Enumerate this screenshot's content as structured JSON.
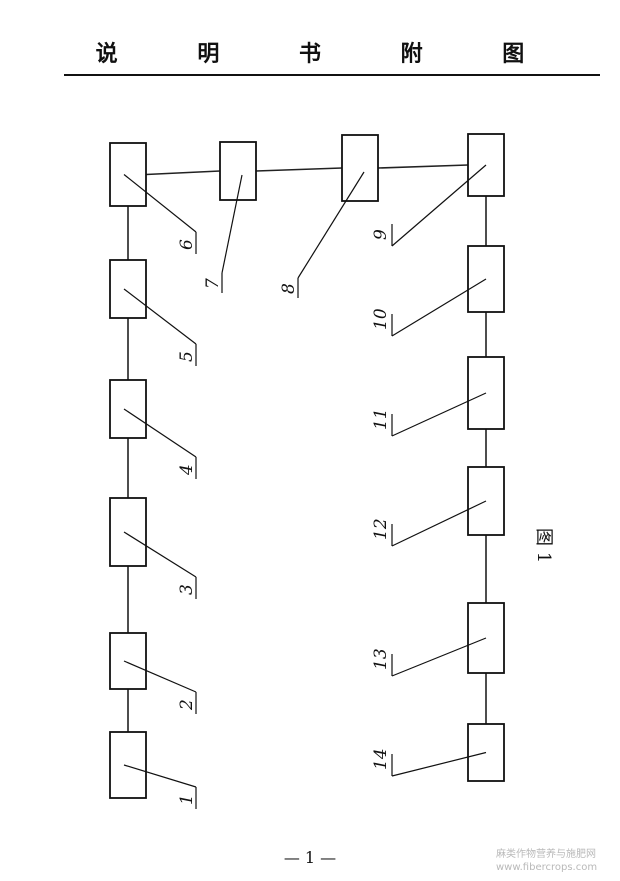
{
  "header": {
    "title": "说 明 书 附 图"
  },
  "diagram": {
    "figure_caption": "图 1",
    "components": [
      {
        "id": "1",
        "label": "1"
      },
      {
        "id": "2",
        "label": "2"
      },
      {
        "id": "3",
        "label": "3"
      },
      {
        "id": "4",
        "label": "4"
      },
      {
        "id": "5",
        "label": "5"
      },
      {
        "id": "6",
        "label": "6"
      },
      {
        "id": "7",
        "label": "7"
      },
      {
        "id": "8",
        "label": "8"
      },
      {
        "id": "9",
        "label": "9"
      },
      {
        "id": "10",
        "label": "10"
      },
      {
        "id": "11",
        "label": "11"
      },
      {
        "id": "12",
        "label": "12"
      },
      {
        "id": "13",
        "label": "13"
      },
      {
        "id": "14",
        "label": "14"
      }
    ],
    "connections": [
      [
        "1",
        "2"
      ],
      [
        "2",
        "3"
      ],
      [
        "3",
        "4"
      ],
      [
        "4",
        "5"
      ],
      [
        "5",
        "6"
      ],
      [
        "6",
        "7"
      ],
      [
        "7",
        "8"
      ],
      [
        "8",
        "9"
      ],
      [
        "9",
        "10"
      ],
      [
        "10",
        "11"
      ],
      [
        "11",
        "12"
      ],
      [
        "12",
        "13"
      ],
      [
        "13",
        "14"
      ]
    ]
  },
  "footer": {
    "page_number": "— 1 —",
    "watermark_line1": "麻类作物营养与施肥网",
    "watermark_line2": "www.fibercrops.com"
  }
}
